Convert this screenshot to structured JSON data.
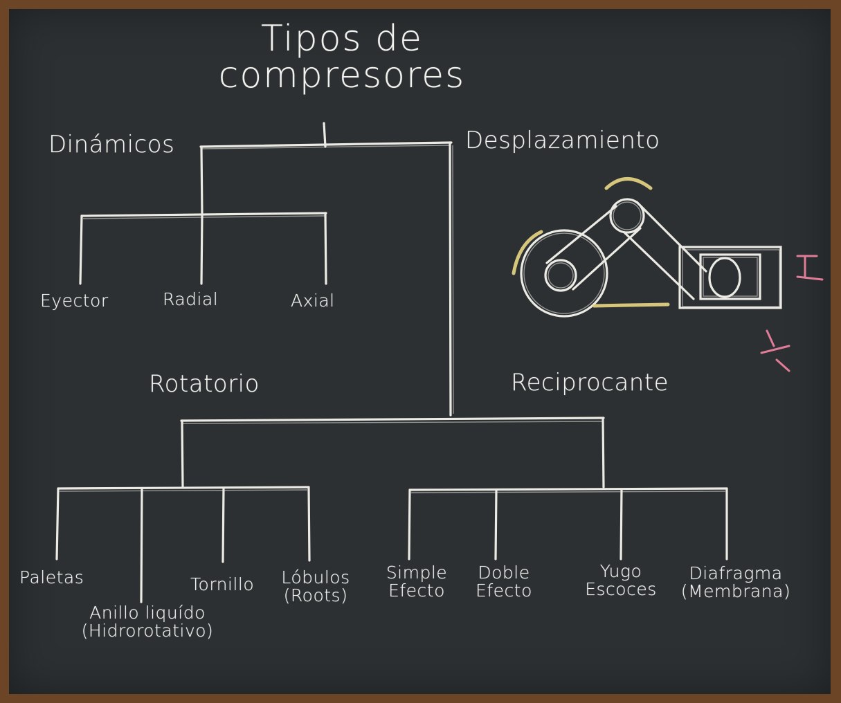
{
  "title": "Tipos de\ncompresores",
  "categories": {
    "dinamicos": "Dinámicos",
    "desplazamiento": "Desplazamiento",
    "rotatorio": "Rotatorio",
    "reciprocante": "Reciprocante"
  },
  "dinamicos_items": [
    "Eyector",
    "Radial",
    "Axial"
  ],
  "rotatorio_items": [
    "Paletas",
    "Anillo liquído\n(Hidrorotativo)",
    "Tornillo",
    "Lóbulos\n(Roots)"
  ],
  "reciprocante_items": [
    "Simple\nEfecto",
    "Doble\nEfecto",
    "Yugo\nEscoces",
    "Diafragma\n(Membrana)"
  ],
  "colors": {
    "board": "#2c3032",
    "frame": "#6b4526",
    "chalk": "#eceae4",
    "accent_yellow": "#e8d784",
    "accent_pink": "#e07c98"
  },
  "illustration": "reciprocating-piston-mechanism"
}
